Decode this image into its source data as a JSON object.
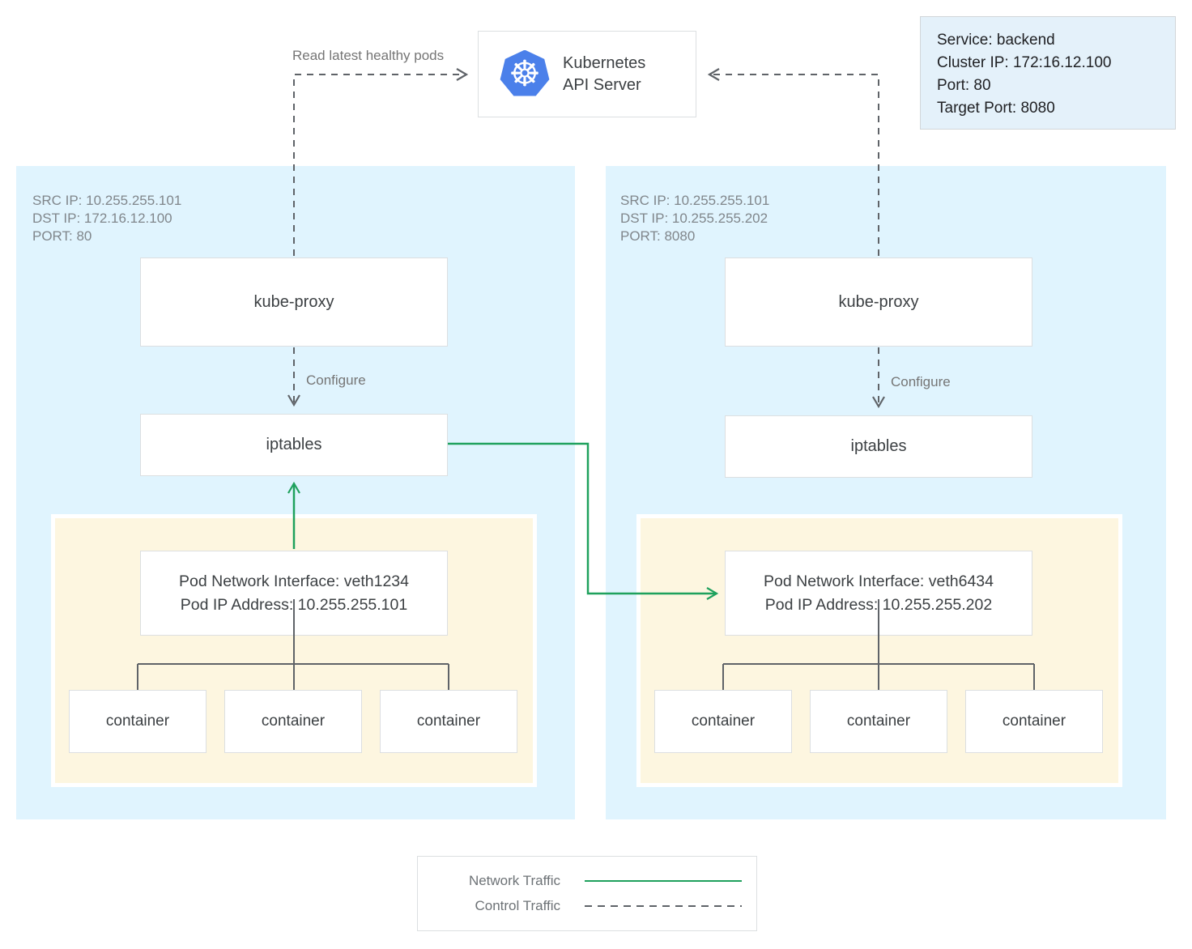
{
  "api_server": {
    "name_line1": "Kubernetes",
    "name_line2": "API Server",
    "logo_glyph": "☸"
  },
  "service_card": {
    "lines": [
      "Service: backend",
      "Cluster IP: 172:16.12.100",
      "Port: 80",
      "Target Port: 8080"
    ]
  },
  "edge_labels": {
    "read_latest_healthy_pods": "Read latest healthy pods",
    "configure": "Configure"
  },
  "nodes": {
    "left": {
      "meta": [
        "SRC IP: 10.255.255.101",
        "DST IP: 172.16.12.100",
        "PORT: 80"
      ],
      "kube_proxy_label": "kube-proxy",
      "iptables_label": "iptables",
      "pod": {
        "interface_line1": "Pod Network Interface: veth1234",
        "interface_line2": "Pod IP Address: 10.255.255.101",
        "containers": [
          "container",
          "container",
          "container"
        ]
      }
    },
    "right": {
      "meta": [
        "SRC IP: 10.255.255.101",
        "DST IP: 10.255.255.202",
        "PORT: 8080"
      ],
      "kube_proxy_label": "kube-proxy",
      "iptables_label": "iptables",
      "pod": {
        "interface_line1": "Pod Network Interface: veth6434",
        "interface_line2": "Pod IP Address: 10.255.255.202",
        "containers": [
          "container",
          "container",
          "container"
        ]
      }
    }
  },
  "legend": {
    "network_traffic_label": "Network Traffic",
    "control_traffic_label": "Control Traffic"
  },
  "colors": {
    "node_bg": "#e0f4fe",
    "pod_bg": "#fdf6e0",
    "service_bg": "#e4f1fa",
    "network_green": "#1fa15d",
    "control_gray": "#5f6368",
    "box_border": "#dcdfe1",
    "kubernetes_blue": "#4b80ea",
    "text_dark": "#3c4043",
    "text_muted": "#80868b"
  }
}
